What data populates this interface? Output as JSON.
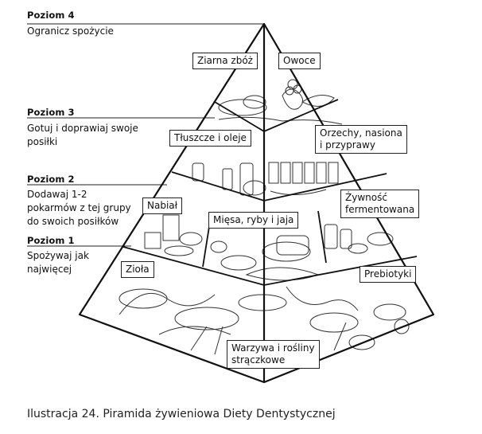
{
  "levels": [
    {
      "title": "Poziom 4",
      "description": "Ogranicz spożycie"
    },
    {
      "title": "Poziom 3",
      "description": "Gotuj i doprawiaj swoje\nposiłki"
    },
    {
      "title": "Poziom 2",
      "description": "Dodawaj 1-2\npokarmów z tej grupy\ndo swoich posiłków"
    },
    {
      "title": "Poziom 1",
      "description": "Spożywaj jak\nnajwięcej"
    }
  ],
  "labels": {
    "ziarna": "Ziarna zbóż",
    "owoce": "Owoce",
    "tluszcze": "Tłuszcze i oleje",
    "orzechy": "Orzechy, nasiona\ni przyprawy",
    "nabial": "Nabiał",
    "fermentowana": "Żywność\nfermentowana",
    "miesa": "Mięsa, ryby i jaja",
    "ziola": "Zioła",
    "prebiotyki": "Prebiotyki",
    "warzywa": "Warzywa i rośliny\nstrączkowe"
  },
  "caption": "Ilustracja 24. Piramida żywieniowa Diety Dentystycznej"
}
